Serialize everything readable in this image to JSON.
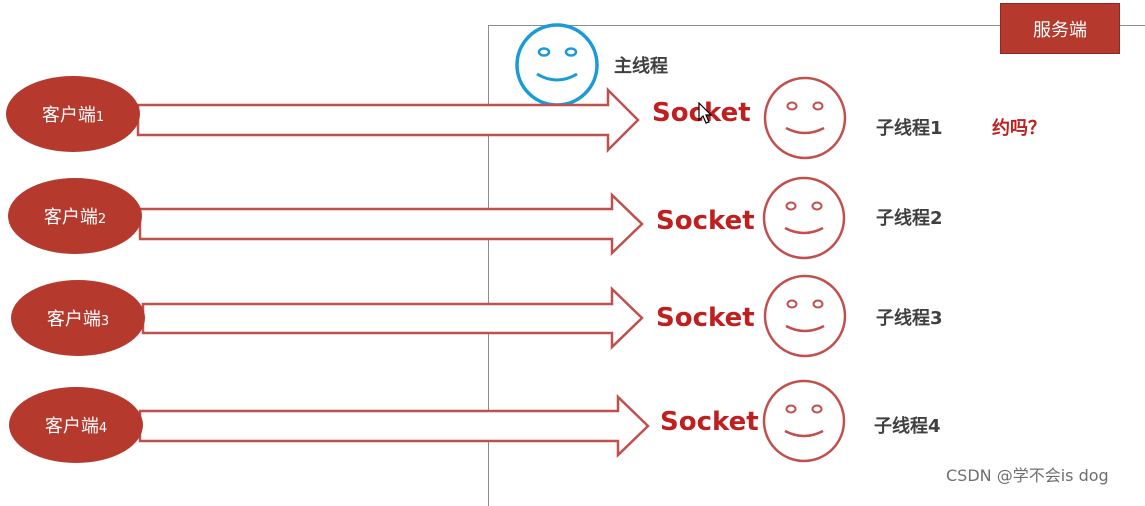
{
  "server": {
    "label": "服务端"
  },
  "main_thread": {
    "label": "主线程"
  },
  "rows": [
    {
      "client_label": "客户端",
      "client_num": "1",
      "socket": "Socket",
      "thread": "子线程1"
    },
    {
      "client_label": "客户端",
      "client_num": "2",
      "socket": "Socket",
      "thread": "子线程2"
    },
    {
      "client_label": "客户端",
      "client_num": "3",
      "socket": "Socket",
      "thread": "子线程3"
    },
    {
      "client_label": "客户端",
      "client_num": "4",
      "socket": "Socket",
      "thread": "子线程4"
    }
  ],
  "note": "约吗？",
  "watermark": "CSDN @学不会is dog",
  "colors": {
    "client_fill": "#b5392c",
    "socket_text": "#c01f1f",
    "main_face": "#1a9ad6",
    "thread_face": "#c0504d"
  }
}
